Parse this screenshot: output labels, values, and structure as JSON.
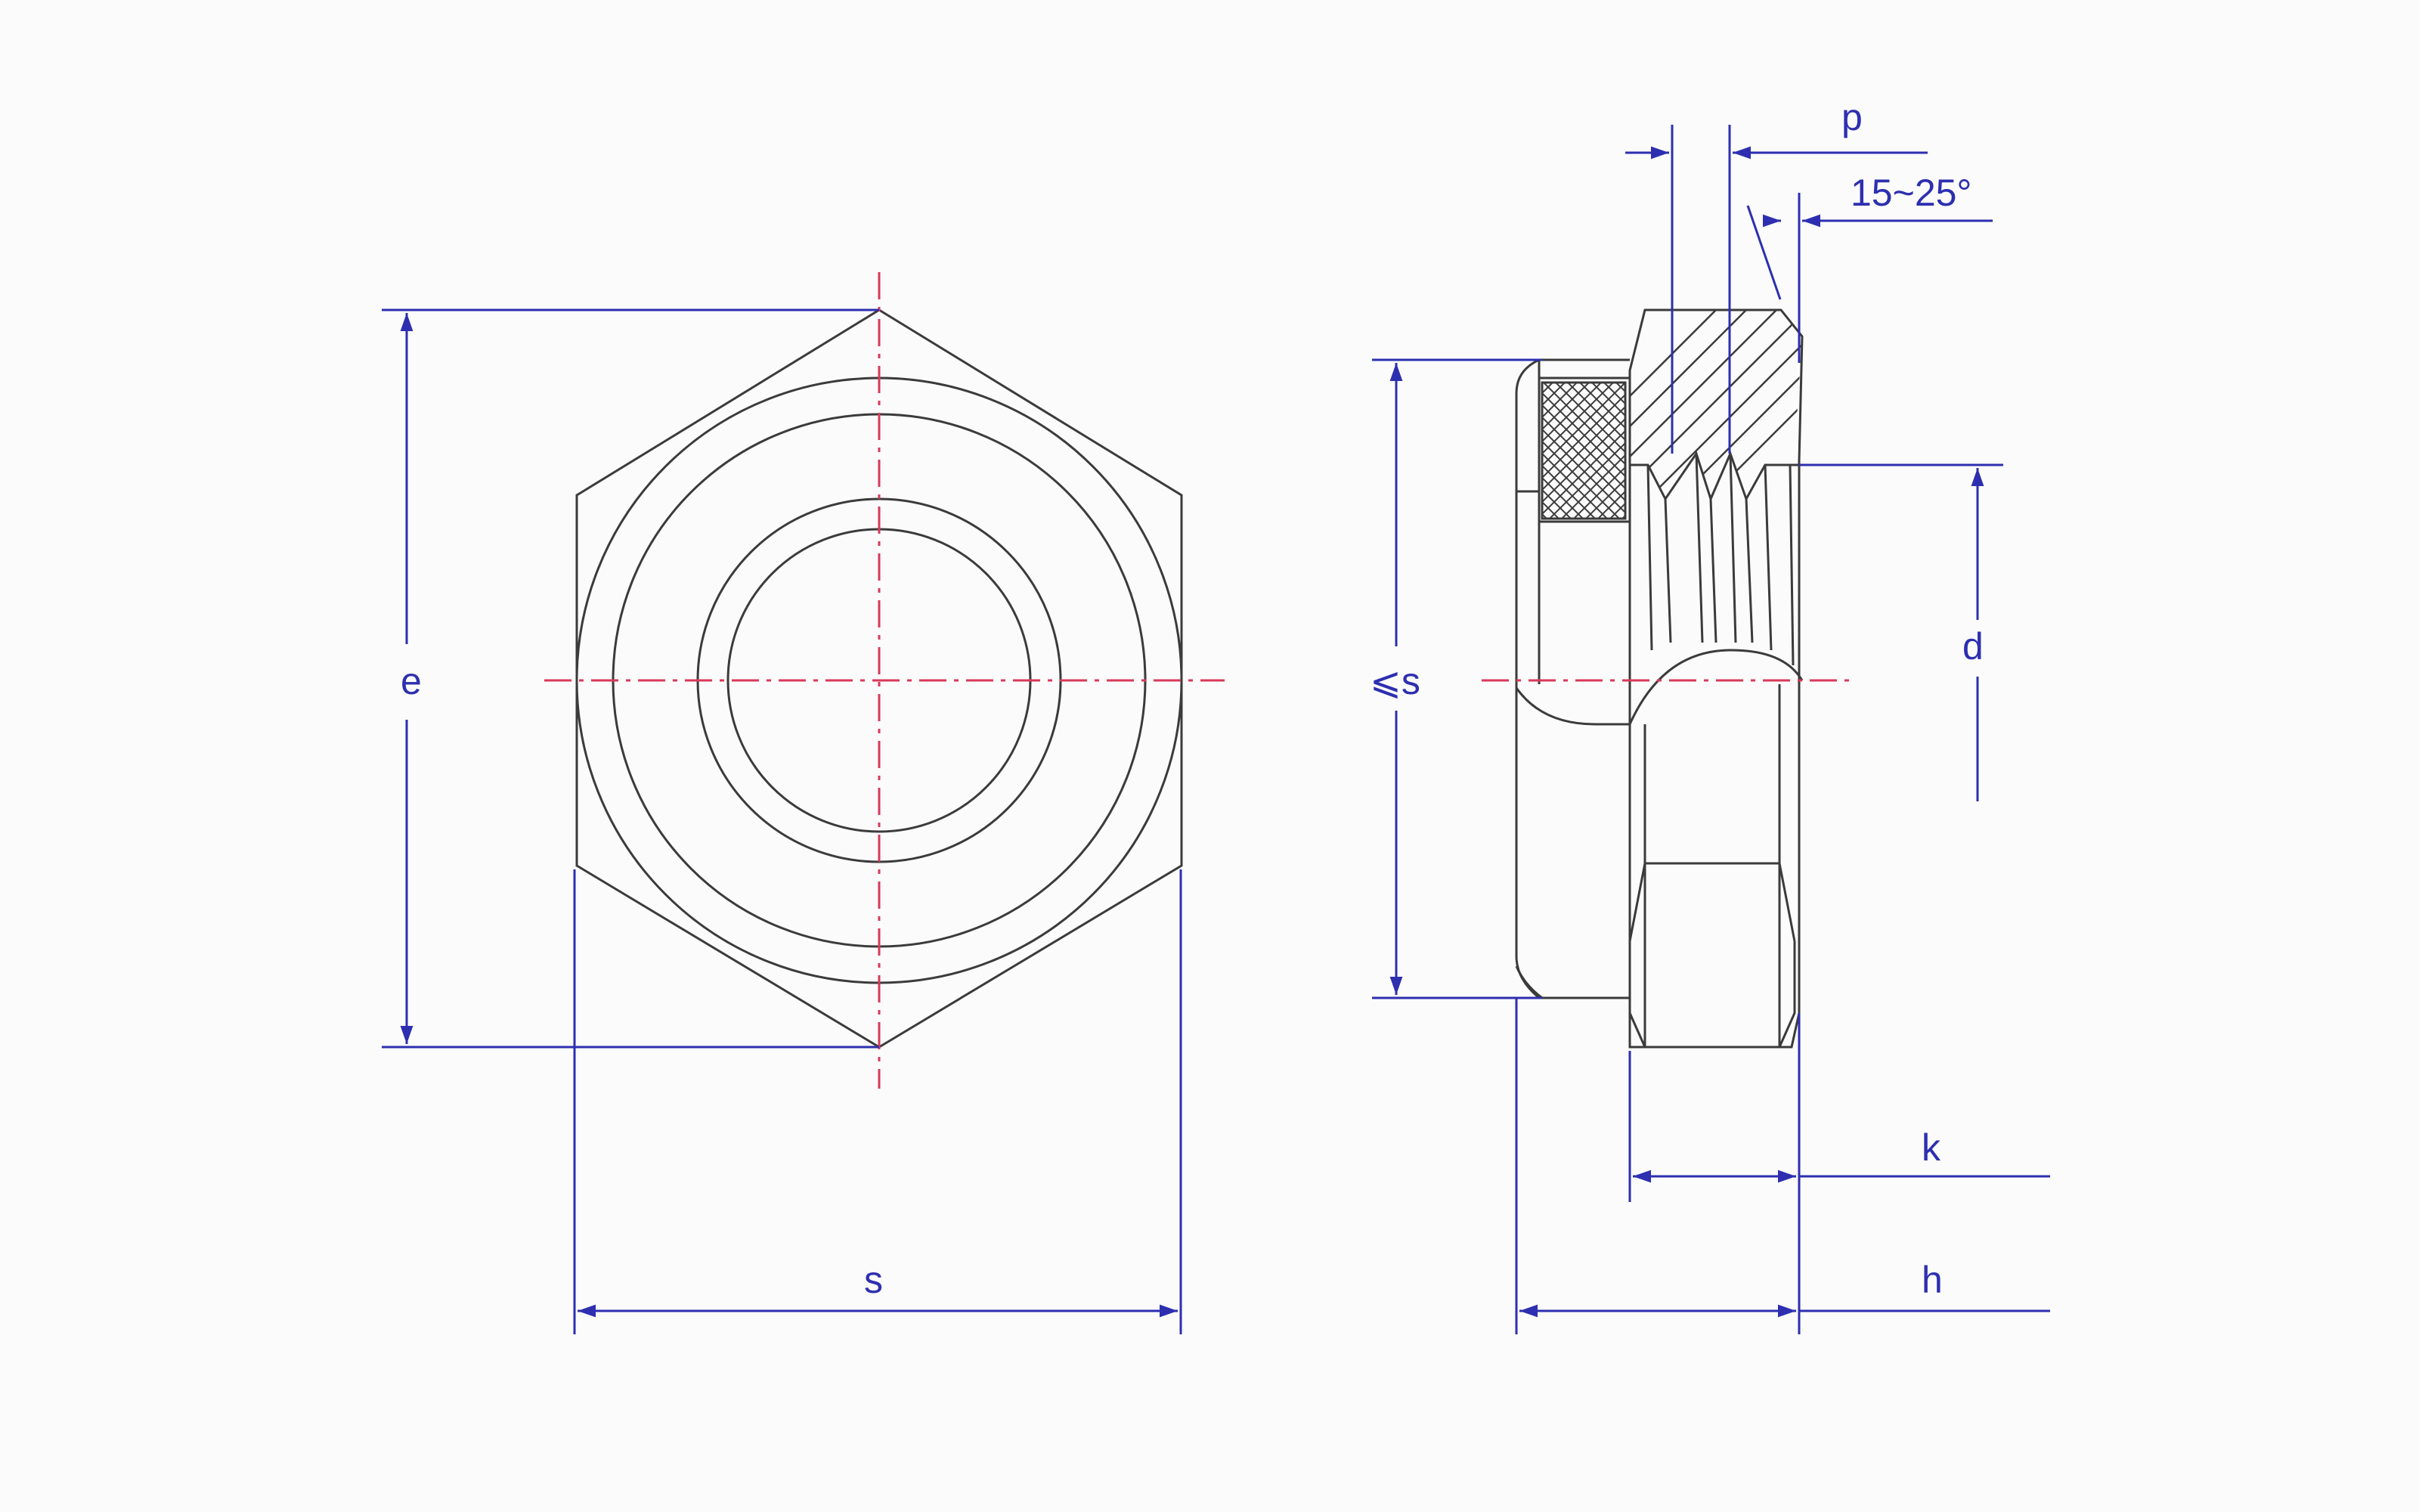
{
  "colors": {
    "outline": "#3b3b3b",
    "dimension": "#2d2fb0",
    "centerline": "#d9395a",
    "background": "#fbfbfb"
  },
  "labels": {
    "e": "e",
    "s_front": "s",
    "s_side": "⩽s",
    "p": "p",
    "angle": "15~25°",
    "d": "d",
    "k": "k",
    "h": "h"
  }
}
